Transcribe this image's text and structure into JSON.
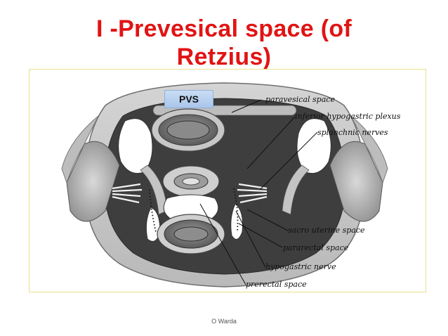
{
  "slide": {
    "title_line1": "I -Prevesical space (of",
    "title_line2": "Retzius)",
    "footer": "O Warda"
  },
  "diagram": {
    "pvs_label": "PVS",
    "labels": {
      "paravesical_space": "paravesical space",
      "inferior_hypogastric_plexus": "inferior hypogastric plexus",
      "splanchnic_nerves": "splanchnic nerves",
      "sacro_uterine_space": "sacro uterine space",
      "pararectal_space": "pararectal space",
      "hypogastric_nerve": "hypogastric nerve",
      "prerectal_space": "prerectal space"
    }
  },
  "colors": {
    "title": "#e11414",
    "frame_border": "#e8df8a",
    "pvs_box": "#b7d0ee"
  }
}
